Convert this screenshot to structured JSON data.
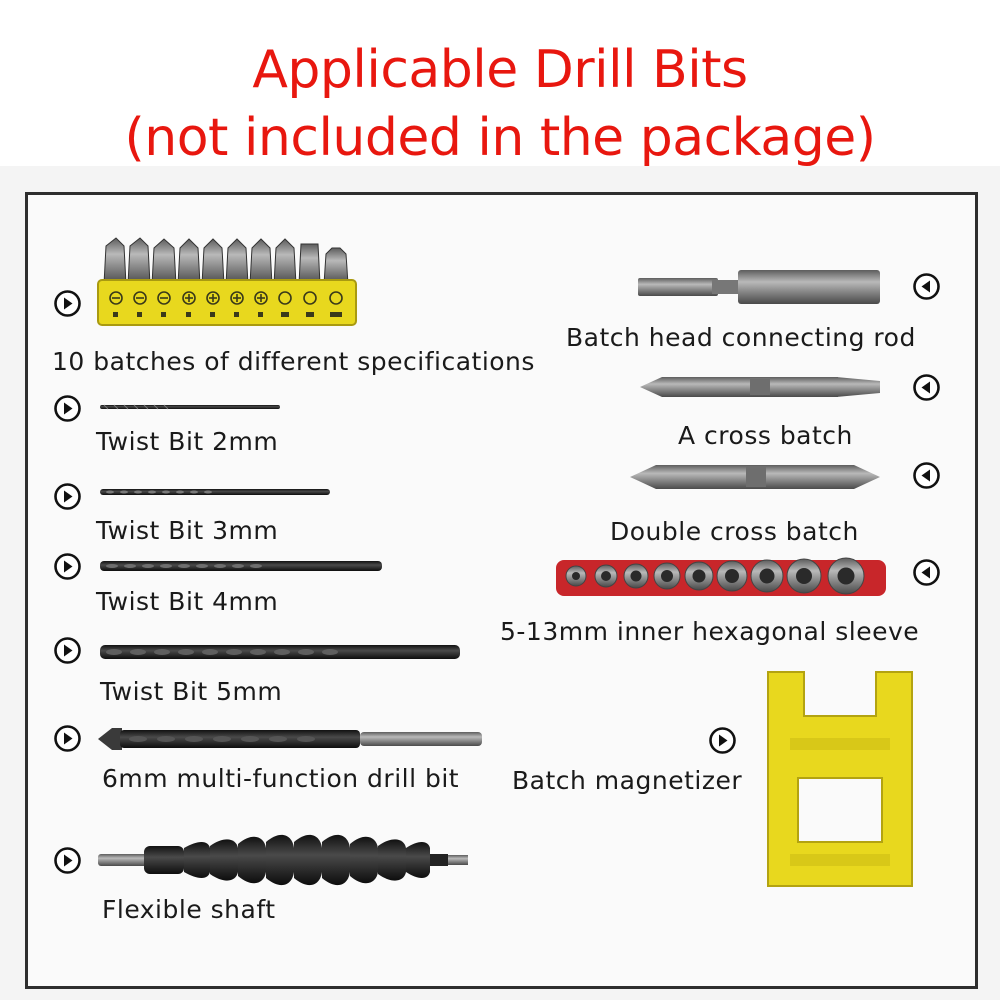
{
  "title_line1": "Applicable Drill Bits",
  "title_line2": "(not included in the package)",
  "items": {
    "bits10": "10 batches of different specifications",
    "twist2": "Twist Bit 2mm",
    "twist3": "Twist Bit 3mm",
    "twist4": "Twist Bit 4mm",
    "twist5": "Twist Bit 5mm",
    "multi6": "6mm multi-function drill bit",
    "flex": "Flexible shaft",
    "rod": "Batch head connecting rod",
    "cross": "A cross batch",
    "dcross": "Double cross batch",
    "sleeve": "5-13mm inner hexagonal sleeve",
    "magnet": "Batch magnetizer"
  },
  "colors": {
    "title": "#e8170f",
    "holder_yellow": "#e8d81e",
    "sleeve_red": "#c8262a",
    "steel": "#8c8c8c"
  }
}
